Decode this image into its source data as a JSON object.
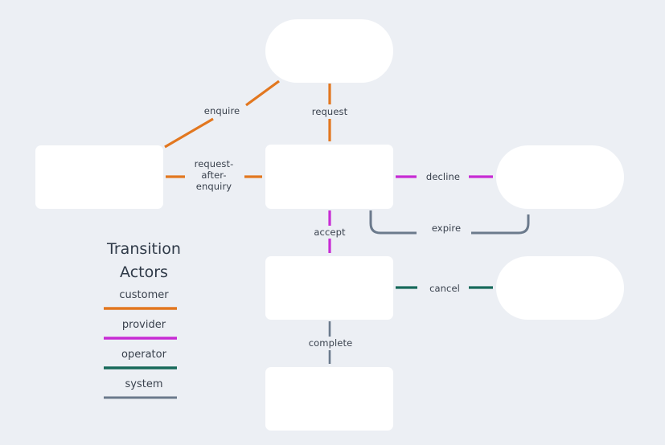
{
  "diagram": {
    "type": "state-transition-diagram",
    "background_color": "#eceff4",
    "node_fill": "#ffffff",
    "label_text_color": "#39414d",
    "nodes": [
      {
        "id": "start",
        "shape": "stadium",
        "label": ""
      },
      {
        "id": "enquiry",
        "shape": "box",
        "label": ""
      },
      {
        "id": "requested",
        "shape": "box",
        "label": ""
      },
      {
        "id": "accepted",
        "shape": "box",
        "label": ""
      },
      {
        "id": "completed",
        "shape": "box",
        "label": ""
      },
      {
        "id": "declined",
        "shape": "stadium",
        "label": ""
      },
      {
        "id": "cancelled",
        "shape": "stadium",
        "label": ""
      }
    ],
    "edges": [
      {
        "id": "enquire",
        "label": "enquire",
        "from": "start",
        "to": "enquiry",
        "actor": "customer",
        "color": "#e2771f"
      },
      {
        "id": "request",
        "label": "request",
        "from": "start",
        "to": "requested",
        "actor": "customer",
        "color": "#e2771f"
      },
      {
        "id": "rae",
        "label": "request-\nafter-\nenquiry",
        "from": "enquiry",
        "to": "requested",
        "actor": "customer",
        "color": "#e2771f"
      },
      {
        "id": "decline",
        "label": "decline",
        "from": "requested",
        "to": "declined",
        "actor": "provider",
        "color": "#c72bd4"
      },
      {
        "id": "accept",
        "label": "accept",
        "from": "requested",
        "to": "accepted",
        "actor": "provider",
        "color": "#c72bd4"
      },
      {
        "id": "expire",
        "label": "expire",
        "from": "requested",
        "to": "declined",
        "actor": "system",
        "color": "#6b7a8c"
      },
      {
        "id": "cancel",
        "label": "cancel",
        "from": "accepted",
        "to": "cancelled",
        "actor": "operator",
        "color": "#17695a"
      },
      {
        "id": "complete",
        "label": "complete",
        "from": "accepted",
        "to": "completed",
        "actor": "system",
        "color": "#6b7a8c"
      }
    ]
  },
  "legend": {
    "title_line1": "Transition",
    "title_line2": "Actors",
    "items": [
      {
        "name": "customer",
        "color": "#e2771f"
      },
      {
        "name": "provider",
        "color": "#c72bd4"
      },
      {
        "name": "operator",
        "color": "#17695a"
      },
      {
        "name": "system",
        "color": "#6b7a8c"
      }
    ]
  }
}
